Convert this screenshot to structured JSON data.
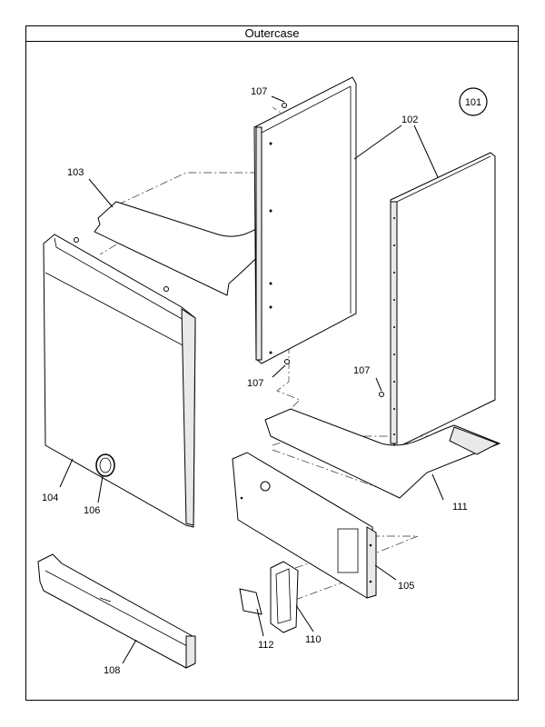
{
  "title": "Outercase",
  "diagram_ref": "101",
  "callouts": {
    "c102": "102",
    "c103": "103",
    "c104": "104",
    "c105": "105",
    "c106": "106",
    "c107a": "107",
    "c107b": "107",
    "c107c": "107",
    "c108": "108",
    "c110": "110",
    "c111": "111",
    "c112": "112"
  }
}
